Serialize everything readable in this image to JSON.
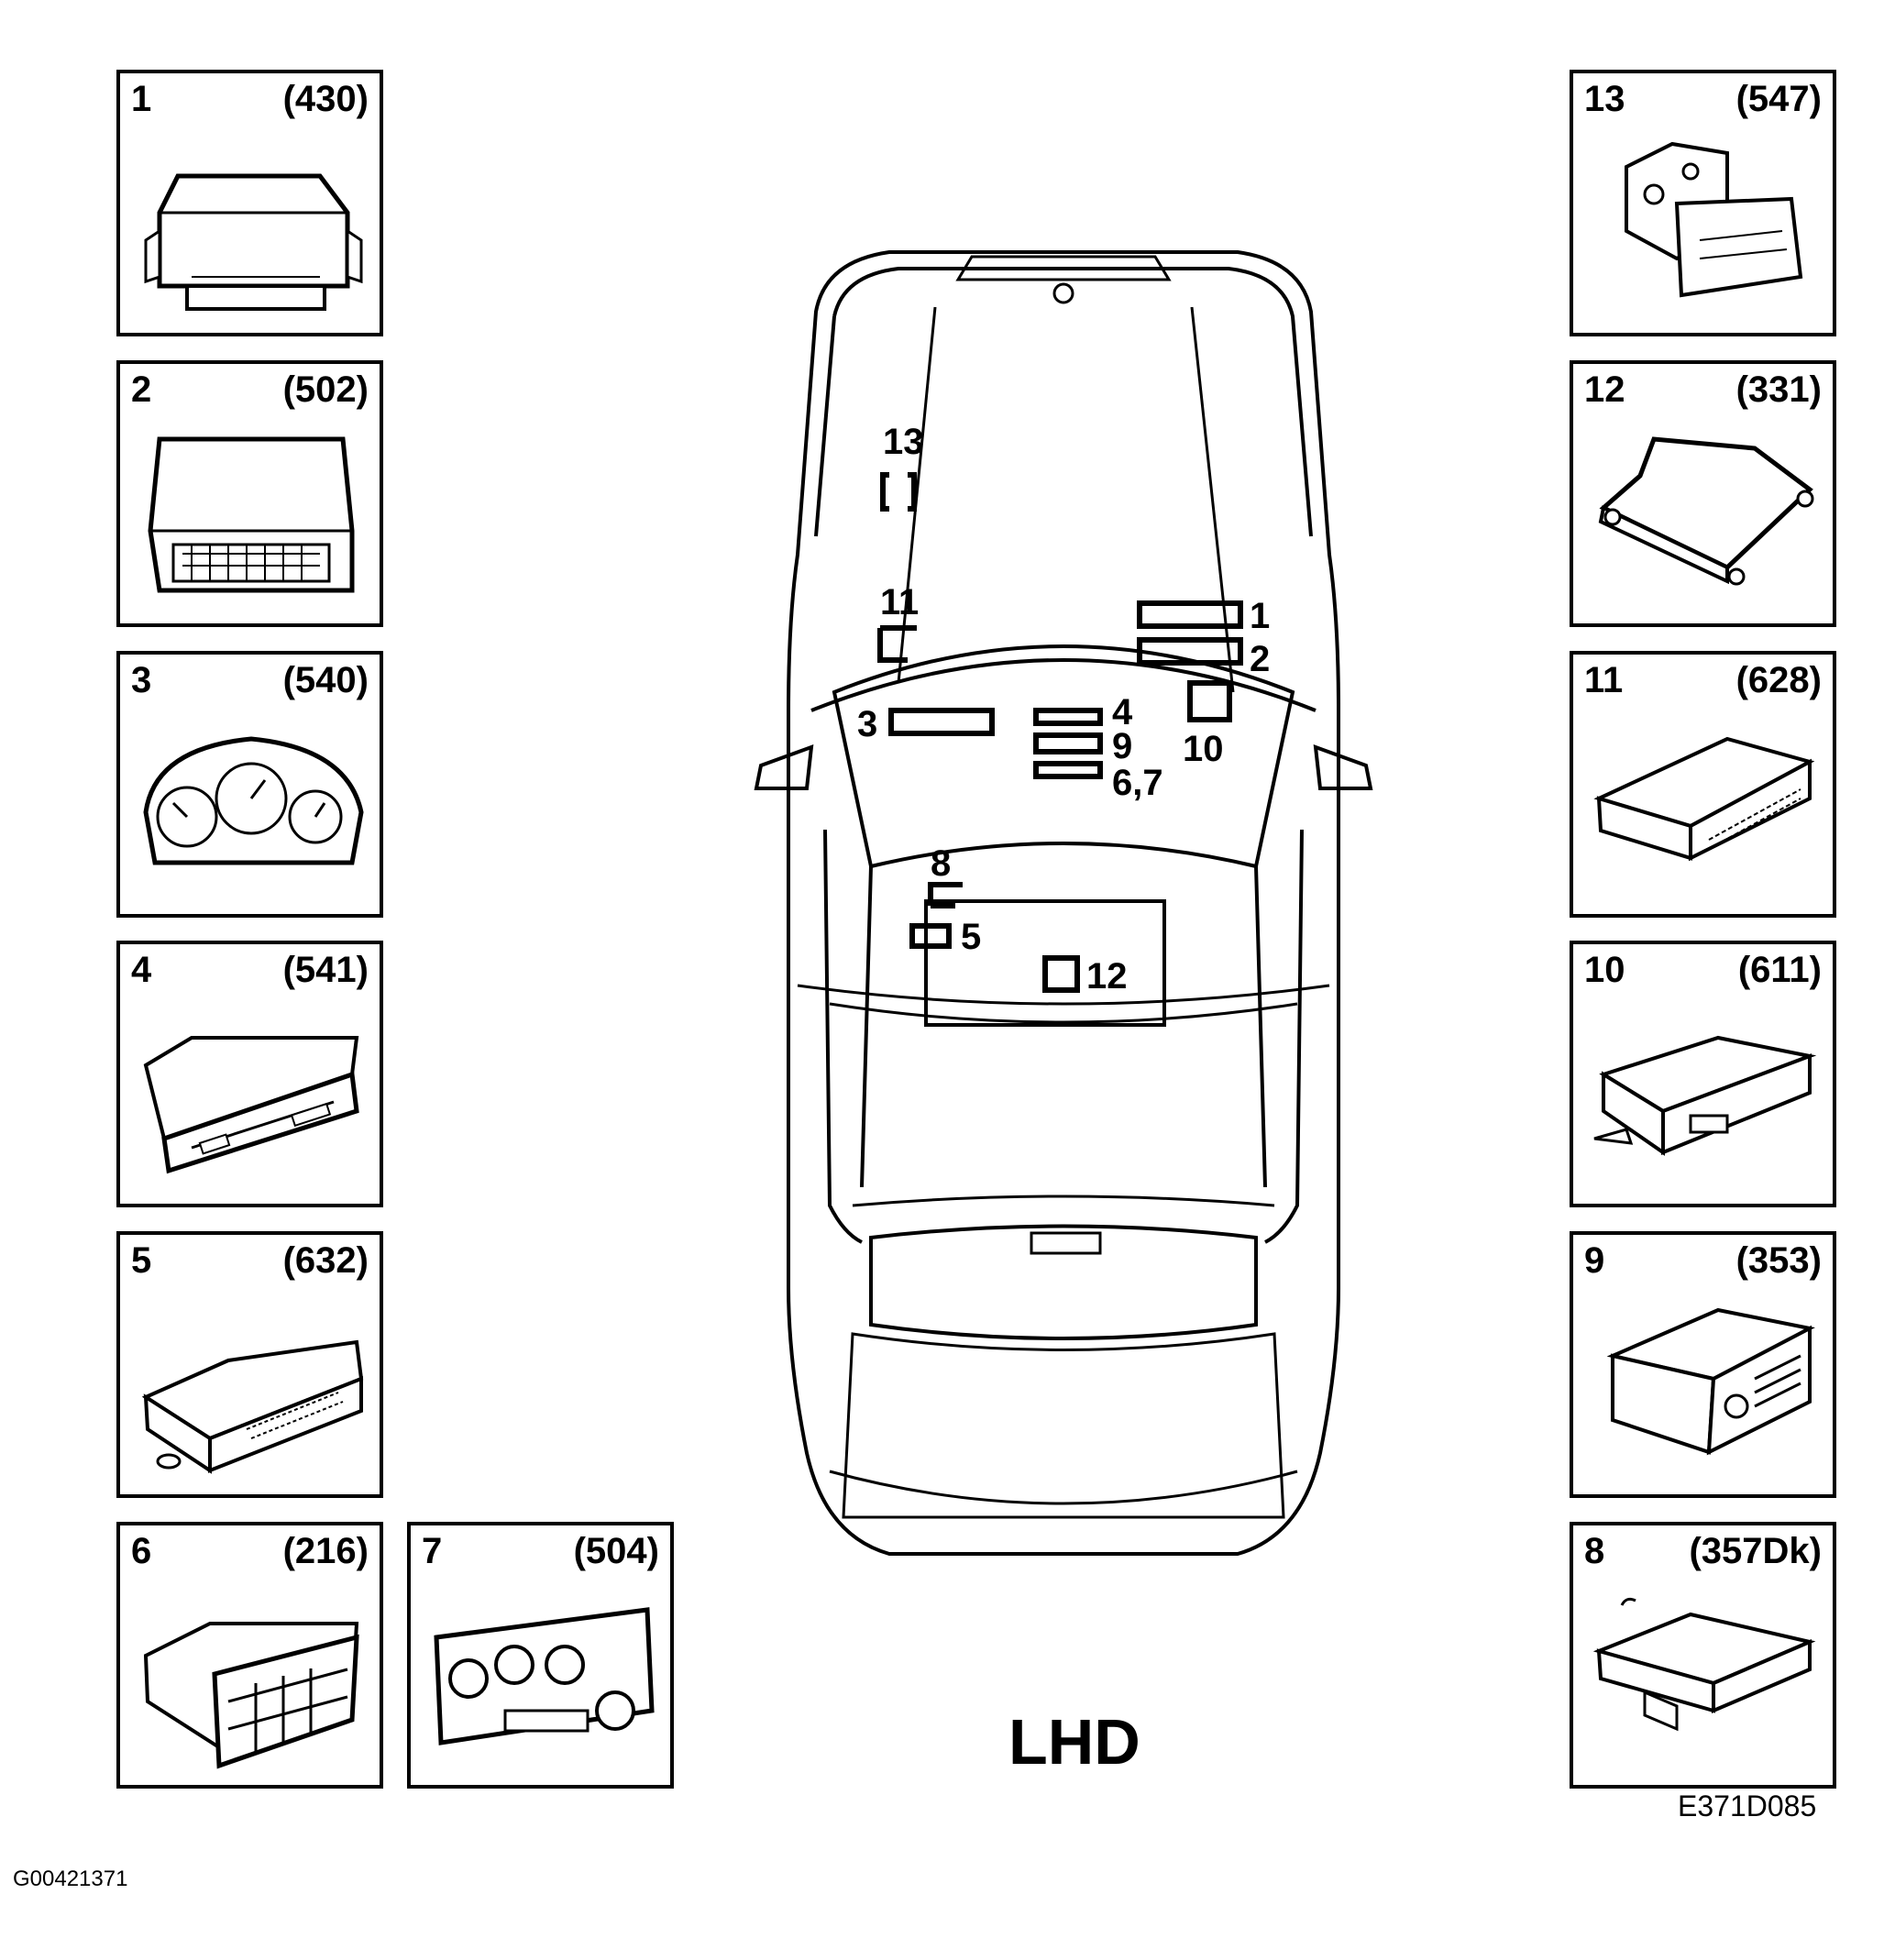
{
  "modules": [
    {
      "num": "1",
      "code": "(430)",
      "icon": "control-unit-icon"
    },
    {
      "num": "2",
      "code": "(502)",
      "icon": "control-unit-connector-icon"
    },
    {
      "num": "3",
      "code": "(540)",
      "icon": "instrument-cluster-icon"
    },
    {
      "num": "4",
      "code": "(541)",
      "icon": "display-panel-icon"
    },
    {
      "num": "5",
      "code": "(632)",
      "icon": "control-module-icon"
    },
    {
      "num": "6",
      "code": "(216)",
      "icon": "climate-control-panel-icon"
    },
    {
      "num": "7",
      "code": "(504)",
      "icon": "heater-control-knobs-icon"
    },
    {
      "num": "13",
      "code": "(547)",
      "icon": "abs-hydraulic-unit-icon"
    },
    {
      "num": "12",
      "code": "(331)",
      "icon": "airbag-module-icon"
    },
    {
      "num": "11",
      "code": "(628)",
      "icon": "control-box-icon"
    },
    {
      "num": "10",
      "code": "(611)",
      "icon": "relay-module-icon"
    },
    {
      "num": "9",
      "code": "(353)",
      "icon": "radio-unit-icon"
    },
    {
      "num": "8",
      "code": "(357Dk)",
      "icon": "alarm-module-icon"
    }
  ],
  "car_labels": {
    "l13": "13",
    "l11": "11",
    "l1": "1",
    "l2": "2",
    "l3": "3",
    "l4": "4",
    "l9": "9",
    "l67": "6,7",
    "l10": "10",
    "l8": "8",
    "l5": "5",
    "l12": "12"
  },
  "drive_side": "LHD",
  "figure_ref": "E371D085",
  "graphic_id": "G00421371"
}
